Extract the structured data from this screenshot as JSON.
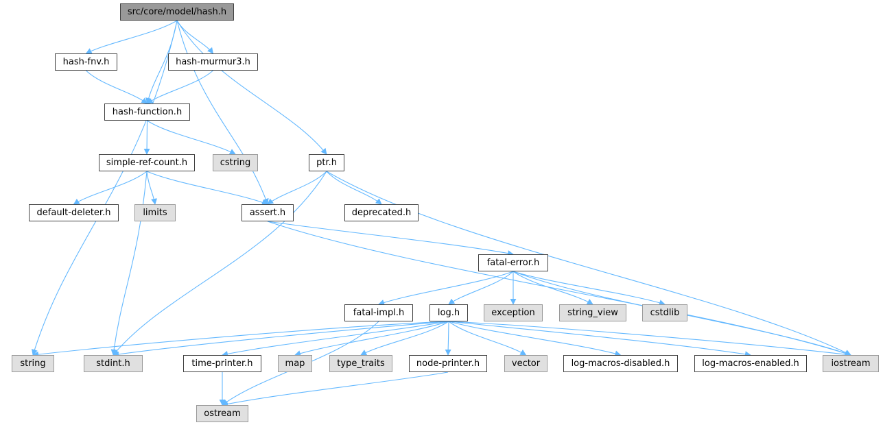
{
  "graph": {
    "colors": {
      "edge": "#63b8ff",
      "root_fill": "#999999",
      "file_fill": "#ffffff",
      "external_fill": "#e0e0e0",
      "border": "#404040"
    },
    "nodes": {
      "root": "src/core/model/hash.h",
      "hash_fnv": "hash-fnv.h",
      "hash_murmur3": "hash-murmur3.h",
      "hash_function": "hash-function.h",
      "cstring": "cstring",
      "simple_ref_count": "simple-ref-count.h",
      "ptr": "ptr.h",
      "default_deleter": "default-deleter.h",
      "limits": "limits",
      "assert": "assert.h",
      "deprecated": "deprecated.h",
      "fatal_error": "fatal-error.h",
      "fatal_impl": "fatal-impl.h",
      "log": "log.h",
      "exception": "exception",
      "string_view": "string_view",
      "cstdlib": "cstdlib",
      "string": "string",
      "stdint": "stdint.h",
      "time_printer": "time-printer.h",
      "map": "map",
      "type_traits": "type_traits",
      "node_printer": "node-printer.h",
      "vector": "vector",
      "log_macros_disabled": "log-macros-disabled.h",
      "log_macros_enabled": "log-macros-enabled.h",
      "iostream": "iostream",
      "ostream": "ostream"
    },
    "edges": [
      [
        "root",
        "hash_fnv"
      ],
      [
        "root",
        "hash_function"
      ],
      [
        "root",
        "hash_murmur3"
      ],
      [
        "root",
        "string"
      ],
      [
        "root",
        "assert"
      ],
      [
        "root",
        "ptr"
      ],
      [
        "hash_fnv",
        "hash_function"
      ],
      [
        "hash_murmur3",
        "hash_function"
      ],
      [
        "hash_function",
        "simple_ref_count"
      ],
      [
        "hash_function",
        "cstring"
      ],
      [
        "simple_ref_count",
        "default_deleter"
      ],
      [
        "simple_ref_count",
        "limits"
      ],
      [
        "simple_ref_count",
        "assert"
      ],
      [
        "simple_ref_count",
        "stdint"
      ],
      [
        "ptr",
        "assert"
      ],
      [
        "ptr",
        "deprecated"
      ],
      [
        "ptr",
        "stdint"
      ],
      [
        "ptr",
        "iostream"
      ],
      [
        "assert",
        "fatal_error"
      ],
      [
        "assert",
        "iostream"
      ],
      [
        "fatal_error",
        "fatal_impl"
      ],
      [
        "fatal_error",
        "log"
      ],
      [
        "fatal_error",
        "exception"
      ],
      [
        "fatal_error",
        "string_view"
      ],
      [
        "fatal_error",
        "cstdlib"
      ],
      [
        "fatal_error",
        "iostream"
      ],
      [
        "fatal_impl",
        "ostream"
      ],
      [
        "log",
        "string"
      ],
      [
        "log",
        "stdint"
      ],
      [
        "log",
        "time_printer"
      ],
      [
        "log",
        "map"
      ],
      [
        "log",
        "type_traits"
      ],
      [
        "log",
        "node_printer"
      ],
      [
        "log",
        "vector"
      ],
      [
        "log",
        "log_macros_disabled"
      ],
      [
        "log",
        "log_macros_enabled"
      ],
      [
        "log",
        "iostream"
      ],
      [
        "time_printer",
        "ostream"
      ],
      [
        "node_printer",
        "ostream"
      ]
    ]
  }
}
